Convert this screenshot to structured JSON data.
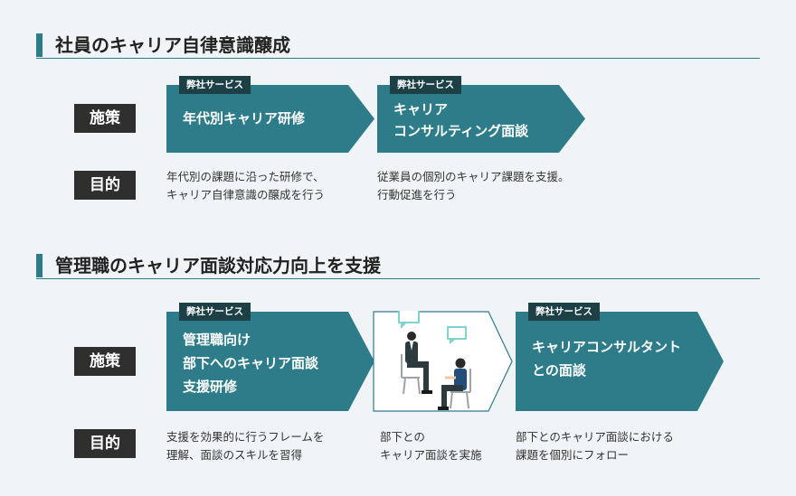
{
  "section1": {
    "title": "社員のキャリア自律意識醸成",
    "label_measures": "施策",
    "label_purpose": "目的",
    "box1": {
      "tag": "弊社サービス",
      "line1": "年代別キャリア研修"
    },
    "box2": {
      "tag": "弊社サービス",
      "line1": "キャリア",
      "line2": "コンサルティング面談"
    },
    "purpose1": {
      "line1": "年代別の課題に沿った研修で、",
      "line2": "キャリア自律意識の醸成を行う"
    },
    "purpose2": {
      "line1": "従業員の個別のキャリア課題を支援。",
      "line2": "行動促進を行う"
    }
  },
  "section2": {
    "title": "管理職のキャリア面談対応力向上を支援",
    "label_measures": "施策",
    "label_purpose": "目的",
    "box1": {
      "tag": "弊社サービス",
      "line1": "管理職向け",
      "line2": "部下へのキャリア面談",
      "line3": "支援研修"
    },
    "box3": {
      "tag": "弊社サービス",
      "line1": "キャリアコンサルタント",
      "line2": "との面談"
    },
    "purpose1": {
      "line1": "支援を効果的に行うフレームを",
      "line2": "理解、面談のスキルを習得"
    },
    "purpose2": {
      "line1": "部下との",
      "line2": "キャリア面談を実施"
    },
    "purpose3": {
      "line1": "部下とのキャリア面談における",
      "line2": "課題を個別にフォロー"
    }
  },
  "colors": {
    "accent": "#2e7c8a",
    "tag": "#1d3f46",
    "label": "#2f2f2f",
    "background": "#f1f4f6"
  }
}
